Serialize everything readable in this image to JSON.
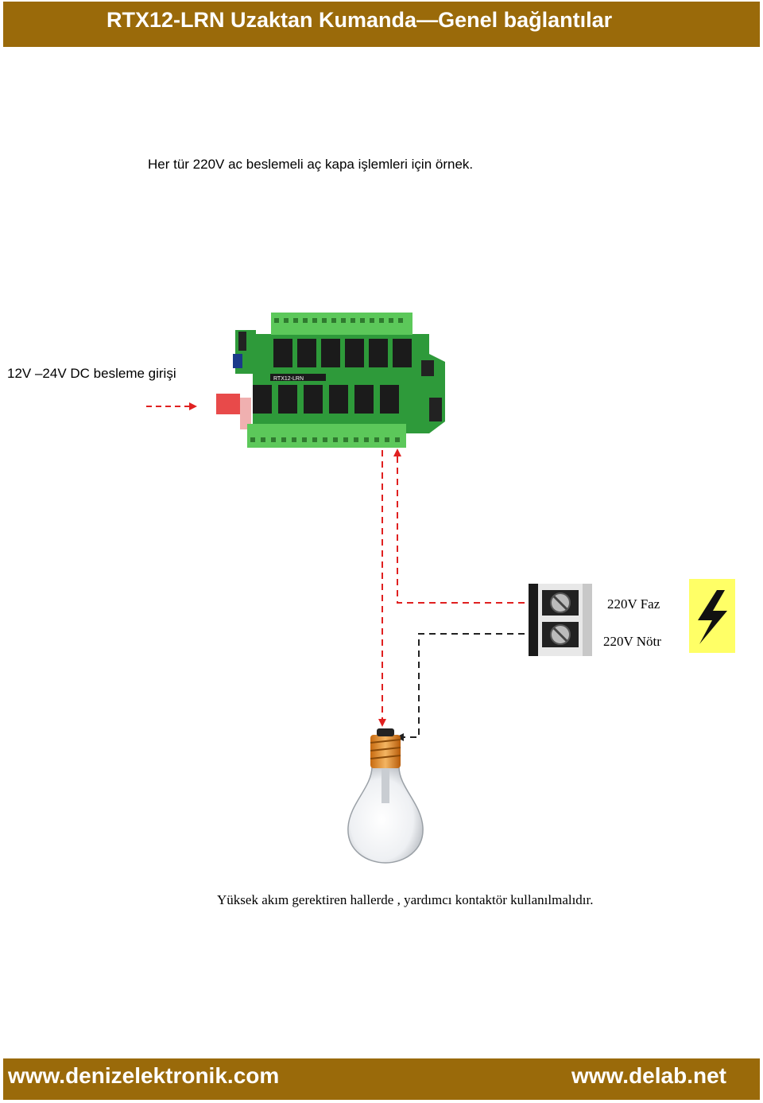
{
  "header": {
    "title": "RTX12-LRN  Uzaktan Kumanda—Genel bağlantılar"
  },
  "intro": "Her tür 220V ac  beslemeli aç kapa işlemleri için örnek.",
  "labels": {
    "dc_input": "12V –24V DC besleme girişi",
    "phase": "220V Faz",
    "neutral": "220V Nötr",
    "note": "Yüksek akım gerektiren hallerde , yardımcı kontaktör kullanılmalıdır."
  },
  "board": {
    "marking": "RTX12-LRN"
  },
  "colors": {
    "header_bg": "#9a6a0a",
    "phase_wire": "#e02020",
    "neutral_wire": "#222222",
    "hazard": "#ffff66",
    "pcb": "#2e9a3a",
    "terminal": "#5cc85a"
  },
  "icons": [
    "relay-board-image",
    "terminal-block-image",
    "high-voltage-icon",
    "light-bulb-image"
  ],
  "footer": {
    "left": "www.denizelektronik.com",
    "right": "www.delab.net"
  }
}
